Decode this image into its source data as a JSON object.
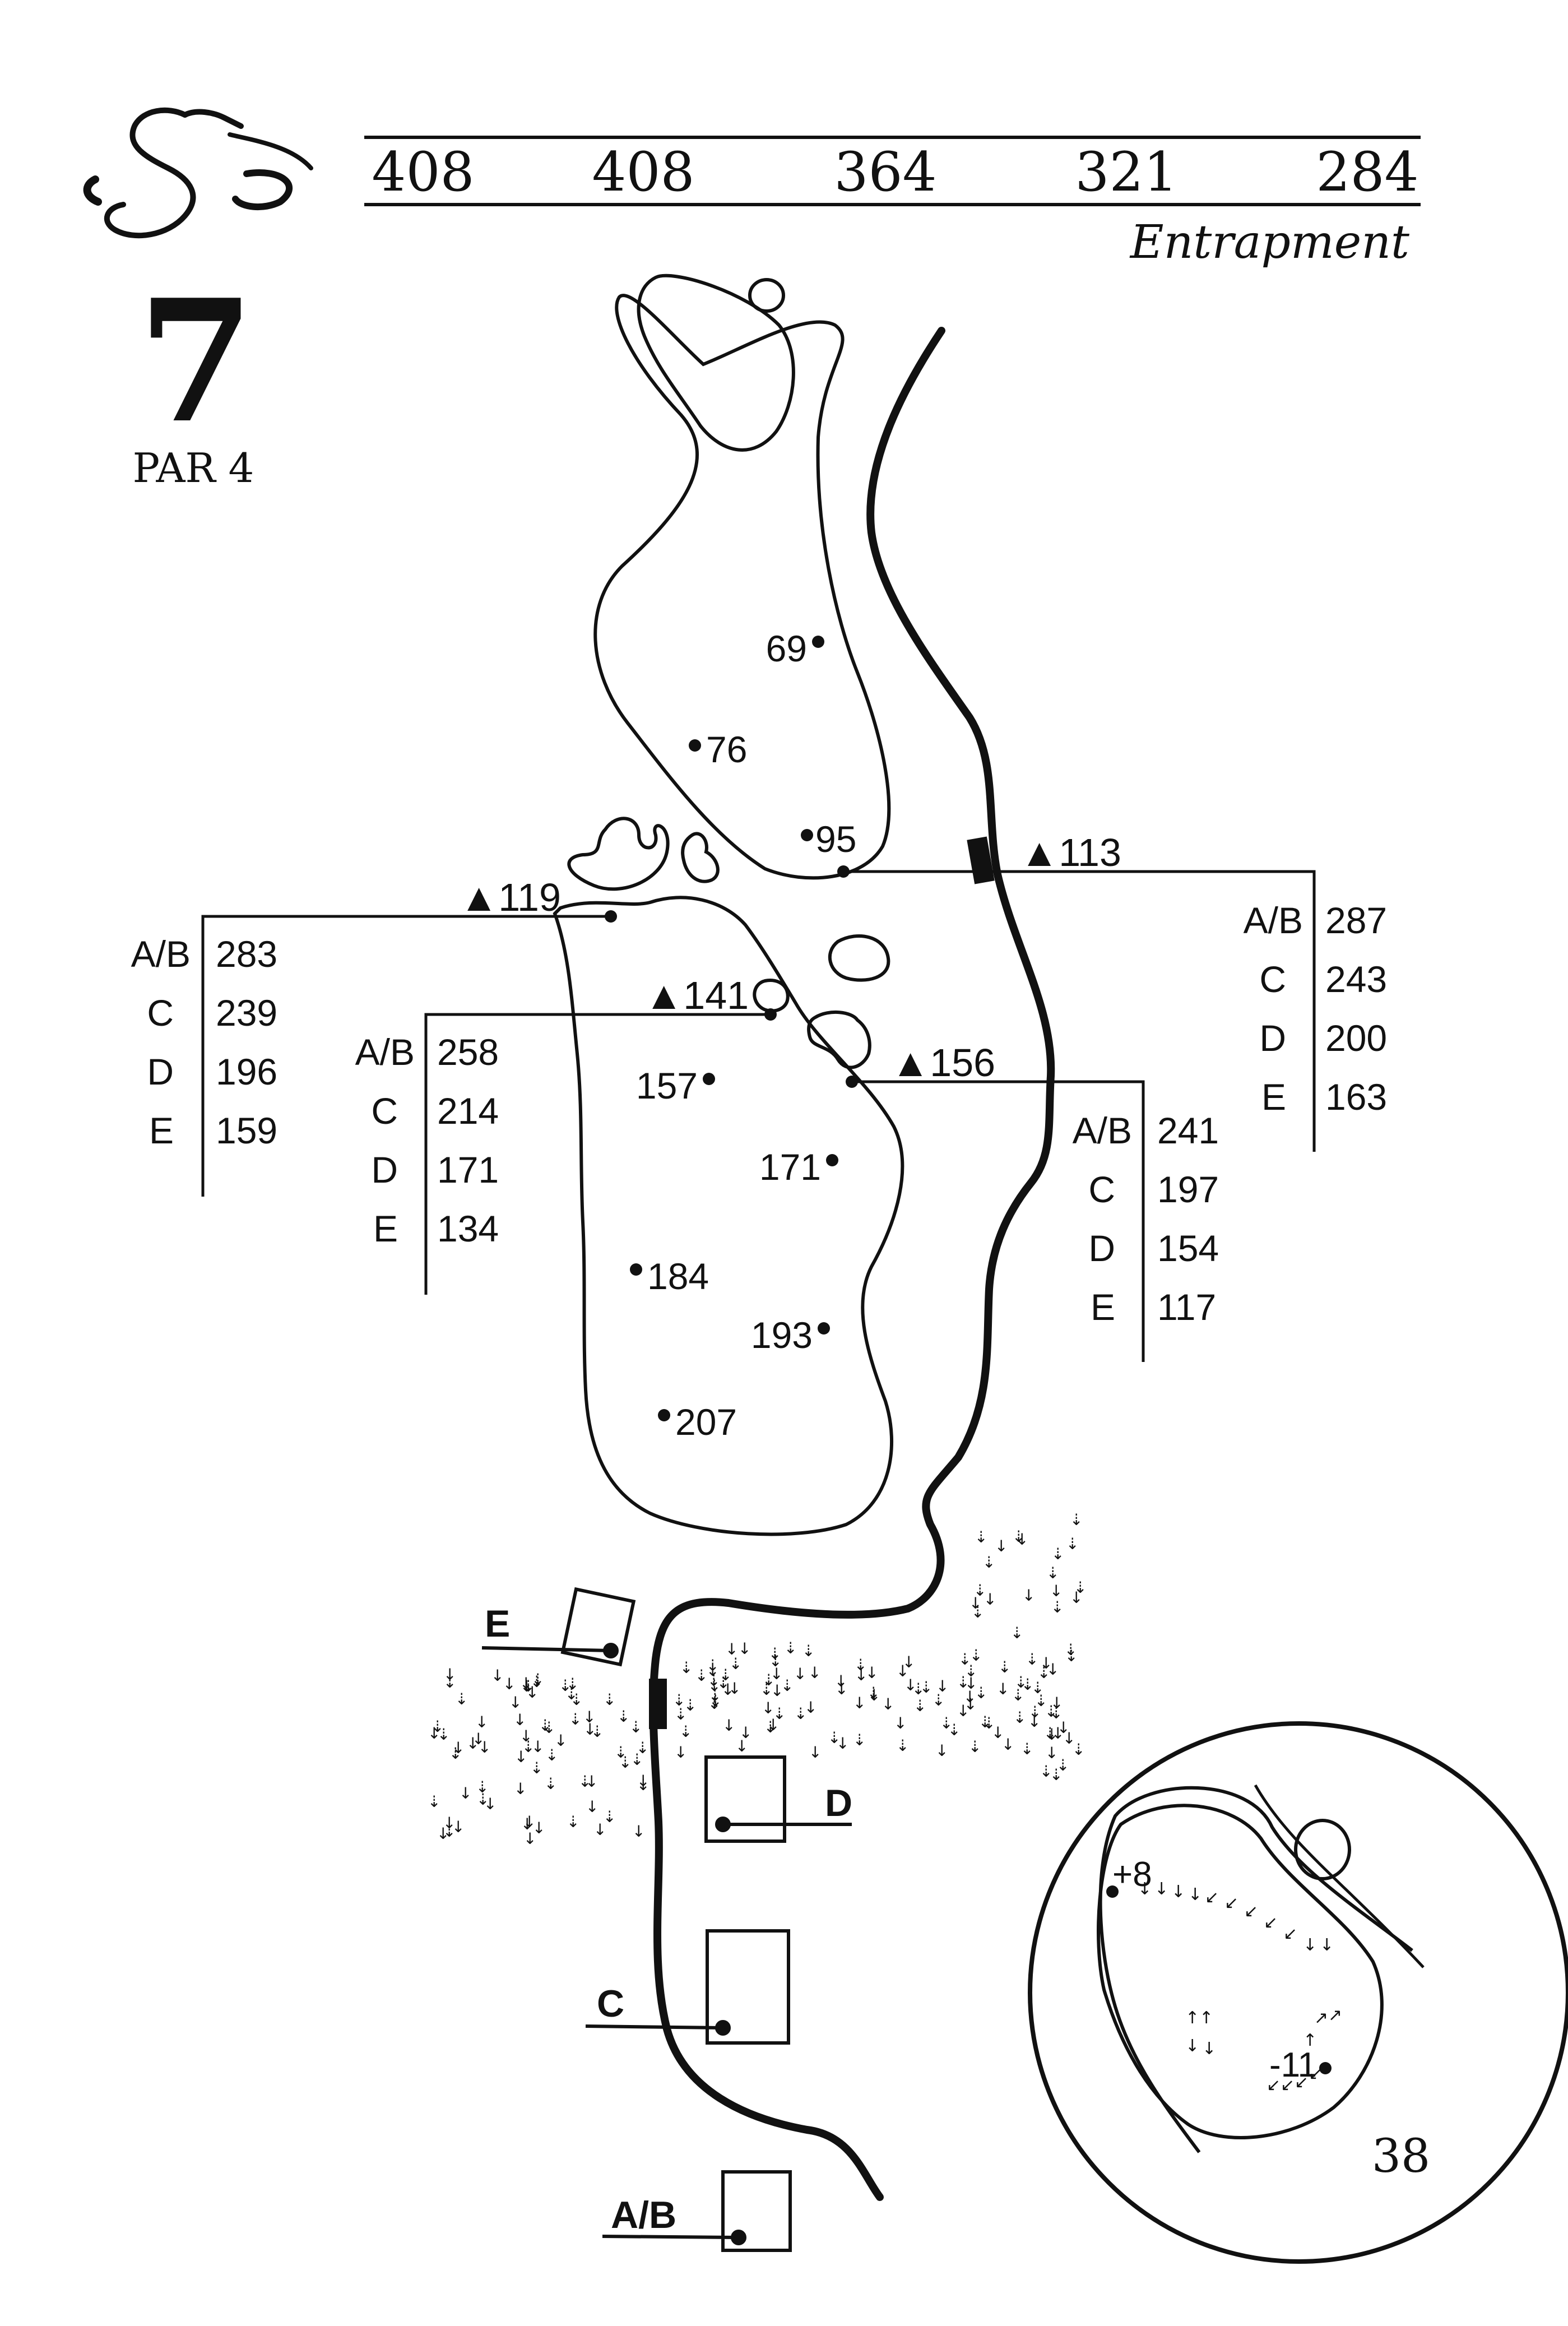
{
  "hole": {
    "number": "7",
    "par_label": "PAR 4",
    "page_number": "38",
    "logo": "heron-s-logo"
  },
  "yardages": {
    "values": [
      "408",
      "408",
      "364",
      "321",
      "284"
    ],
    "course_name": "Entrapment"
  },
  "green_markers": [
    {
      "label": "69"
    },
    {
      "label": "76"
    },
    {
      "label": "95"
    }
  ],
  "fairway_markers": [
    {
      "label": "157"
    },
    {
      "label": "171"
    },
    {
      "label": "184"
    },
    {
      "label": "193"
    },
    {
      "label": "207"
    }
  ],
  "sprinkler_markers": [
    {
      "label": "▲113"
    },
    {
      "label": "▲119"
    },
    {
      "label": "▲141"
    },
    {
      "label": "▲156"
    }
  ],
  "distance_tables": {
    "m119": {
      "tees": [
        "A/B",
        "C",
        "D",
        "E"
      ],
      "values": [
        "283",
        "239",
        "196",
        "159"
      ]
    },
    "m141": {
      "tees": [
        "A/B",
        "C",
        "D",
        "E"
      ],
      "values": [
        "258",
        "214",
        "171",
        "134"
      ]
    },
    "m156": {
      "tees": [
        "A/B",
        "C",
        "D",
        "E"
      ],
      "values": [
        "241",
        "197",
        "154",
        "117"
      ]
    },
    "m113": {
      "tees": [
        "A/B",
        "C",
        "D",
        "E"
      ],
      "values": [
        "287",
        "243",
        "200",
        "163"
      ]
    }
  },
  "tee_boxes": [
    {
      "label": "E"
    },
    {
      "label": "D"
    },
    {
      "label": "C"
    },
    {
      "label": "A/B"
    }
  ],
  "green_inset": {
    "labels": [
      "+8",
      "-11"
    ]
  },
  "colors": {
    "ink": "#111111",
    "paper": "#ffffff"
  }
}
